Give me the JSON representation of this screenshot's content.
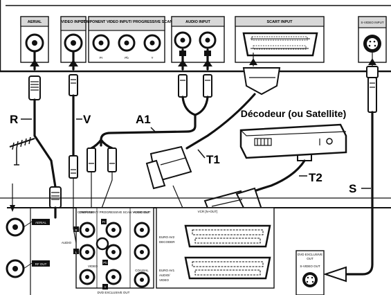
{
  "tv_panel": {
    "aerial": "AERIAL",
    "video_input": "VIDEO INPUT",
    "component_title": "COMPONENT VIDEO INPUT/ PROGRESSIVE SCAN",
    "comp_pr": "Pr",
    "comp_pb": "Pb",
    "comp_y": "Y",
    "audio_input": "AUDIO INPUT",
    "audio_l": "L",
    "audio_r": "R",
    "scart_input": "SCART INPUT",
    "svideo_input": "S-VIDEO INPUT"
  },
  "labels": {
    "R": "R",
    "V": "V",
    "A1": "A1",
    "T1": "T1",
    "T2": "T2",
    "S": "S",
    "decoder": "Décodeur (ou Satellite)"
  },
  "device_panel": {
    "aerial": "AERIAL",
    "rf_out": "RF OUT",
    "dvd_vcr": "DVD/VCR",
    "component_title": "COMPONENT/ PROGRESSIVE SCAN VIDEO OUT",
    "audio_out": "AUDIO OUT",
    "audio_word": "AUDIO",
    "video_word": "VIDEO",
    "R": "R",
    "L": "L",
    "Pb": "Pb",
    "Pr": "Pr",
    "Y": "Y",
    "coaxial": "COAXIAL",
    "dvd_exclusive_out": "DVD EXCLUSIVE OUT",
    "vcr_in_out": "VCR [N+OUT]",
    "euro_av2_line1": "EURO AV2",
    "euro_av2_line2": "DECODER",
    "euro_av1_line1": "EURO AV1",
    "euro_av1_line2": "AUDIO/",
    "euro_av1_line3": "VIDEO",
    "dvd_exclusive_out_box_1": "DVD EXCLUSIVE",
    "dvd_exclusive_out_box_2": "OUT",
    "svideo_out": "S-VIDEO OUT"
  }
}
